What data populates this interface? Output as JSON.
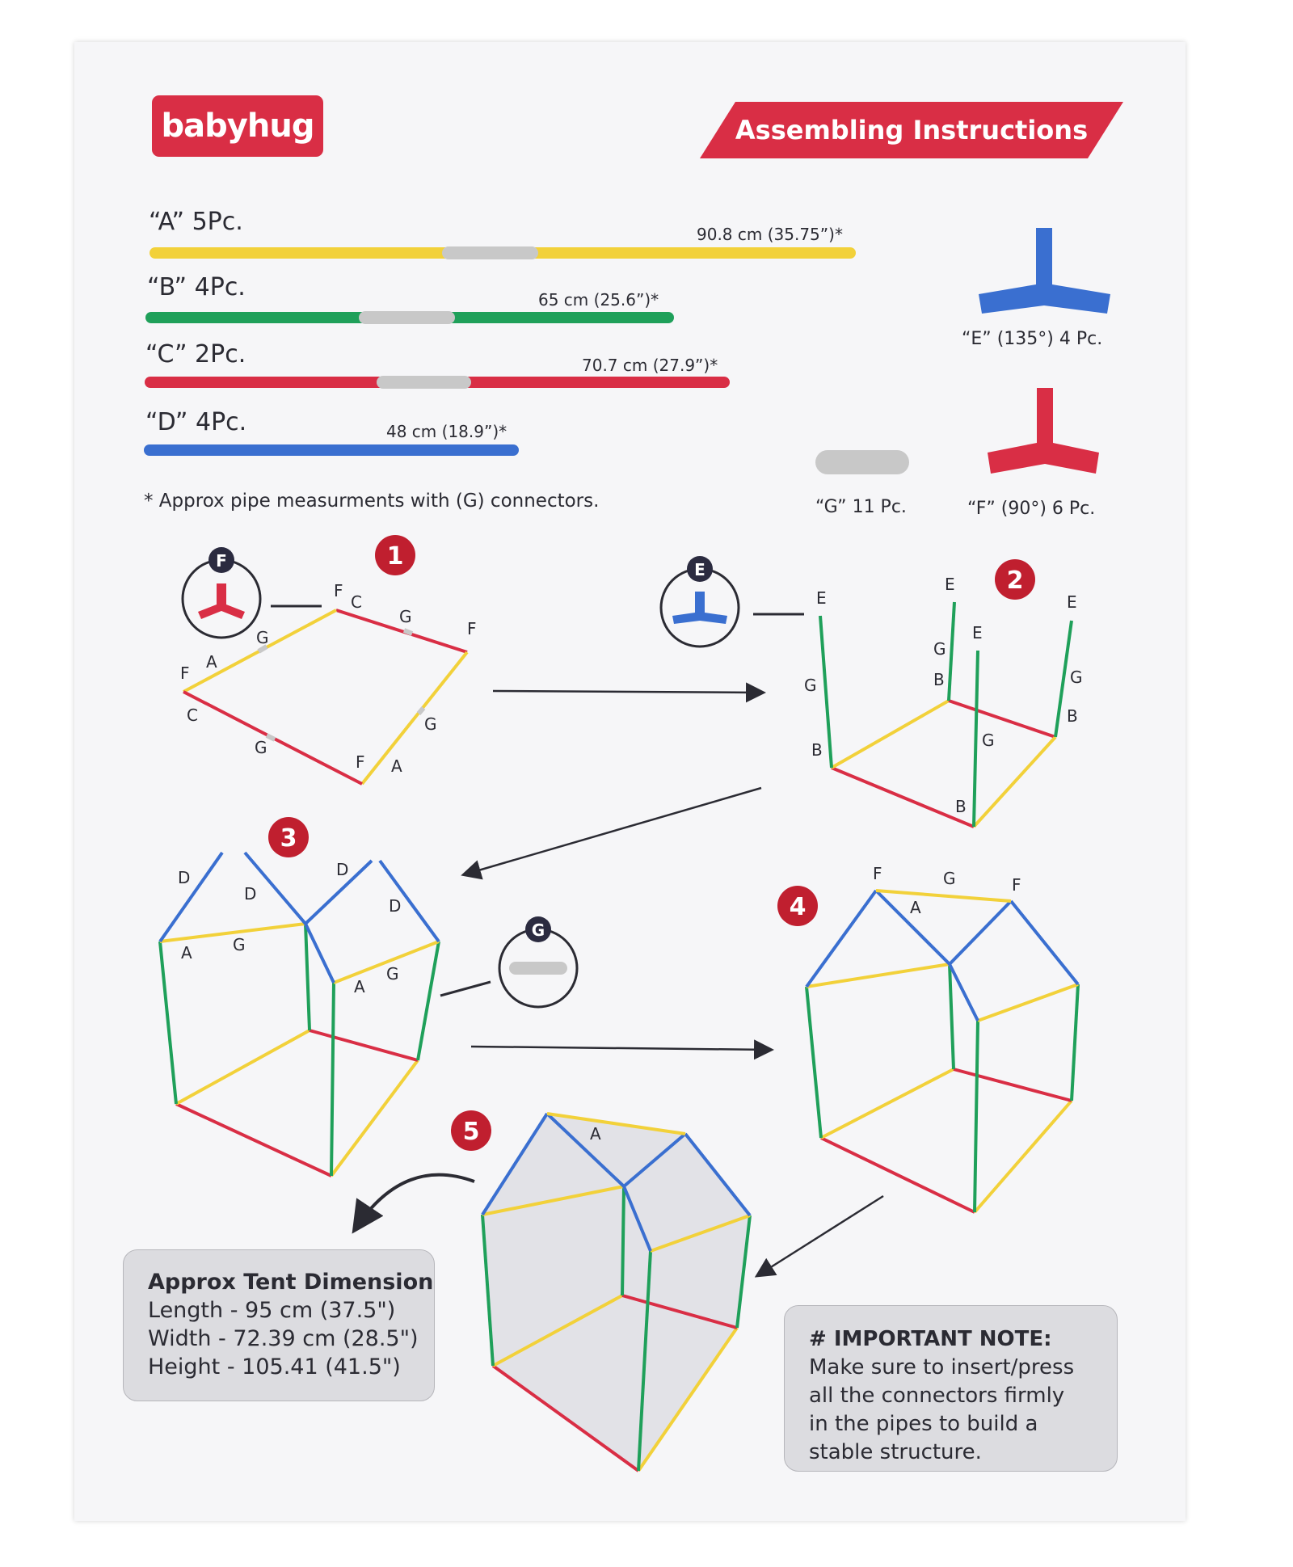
{
  "header": {
    "brand": "babyhug",
    "title": "Assembling Instructions"
  },
  "pipes": [
    {
      "label": "“A” 5Pc.",
      "measurement": "90.8 cm (35.75”)*",
      "color": "#f2d13a"
    },
    {
      "label": "“B” 4Pc.",
      "measurement": "65 cm (25.6”)*",
      "color": "#1fa05a"
    },
    {
      "label": "“C” 2Pc.",
      "measurement": "70.7 cm (27.9”)*",
      "color": "#d92e45"
    },
    {
      "label": "“D” 4Pc.",
      "measurement": "48 cm (18.9”)*",
      "color": "#3a6fd0"
    }
  ],
  "connectors": [
    {
      "label": "“E” (135°) 4 Pc.",
      "color": "#3a6fd0"
    },
    {
      "label": "“F” (90°) 6 Pc.",
      "color": "#d92e45"
    },
    {
      "label": "“G” 11 Pc.",
      "color": "#c8c8c8"
    }
  ],
  "footnote": "* Approx pipe measurments with (G) connectors.",
  "steps": [
    "1",
    "2",
    "3",
    "4",
    "5"
  ],
  "callout_letters": [
    "F",
    "E",
    "G"
  ],
  "part_letters": [
    "A",
    "B",
    "C",
    "D",
    "E",
    "F",
    "G"
  ],
  "dimensions": {
    "heading": "Approx Tent Dimension",
    "length": "Length - 95 cm (37.5\")",
    "width": "Width - 72.39 cm (28.5\")",
    "height": "Height - 105.41 (41.5\")"
  },
  "note": {
    "heading": "# IMPORTANT NOTE:",
    "lines": [
      "Make sure to insert/press",
      "all the connectors firmly",
      "in the pipes to build a",
      "stable structure."
    ]
  }
}
